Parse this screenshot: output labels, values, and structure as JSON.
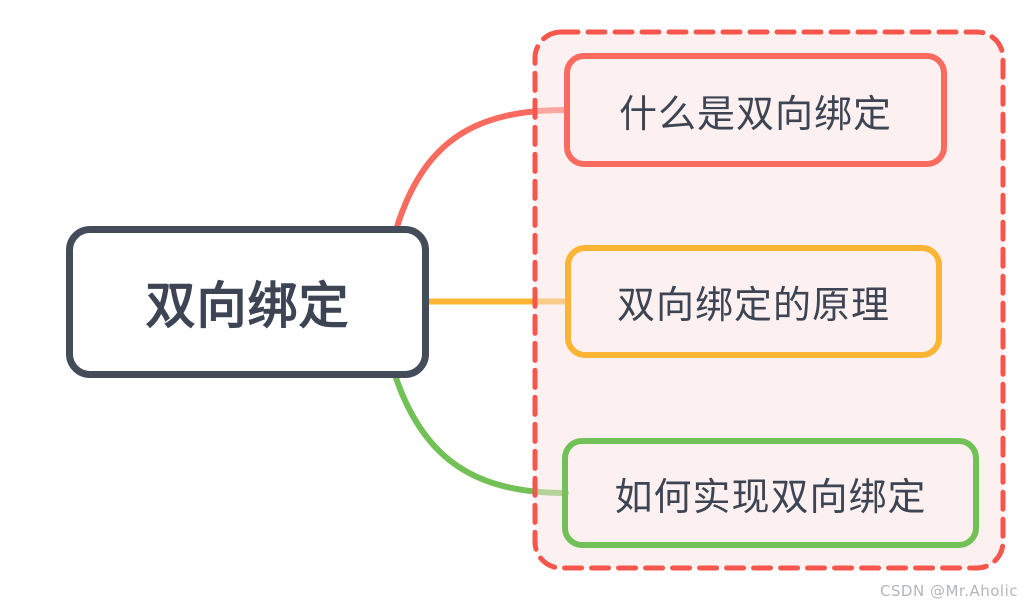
{
  "mindmap": {
    "root": {
      "label": "双向绑定",
      "border_color": "#454c59",
      "fill_color": "#ffffff",
      "text_color": "#3d4453"
    },
    "group_box": {
      "border_color": "#f7564d",
      "border_style": "dashed",
      "fill_color": "rgba(250,228,225,0.5)",
      "fill_visible_hex": "#fdf4f3"
    },
    "children": [
      {
        "label": "什么是双向绑定",
        "border_color": "#f96b5e",
        "connector_color": "#f96b5e"
      },
      {
        "label": "双向绑定的原理",
        "border_color": "#fbb433",
        "connector_color": "#fbb433"
      },
      {
        "label": "如何实现双向绑定",
        "border_color": "#72c156",
        "connector_color": "#72c156"
      }
    ]
  },
  "watermark": {
    "text": "CSDN @Mr.Aholic",
    "color": "#b3b6ba"
  }
}
